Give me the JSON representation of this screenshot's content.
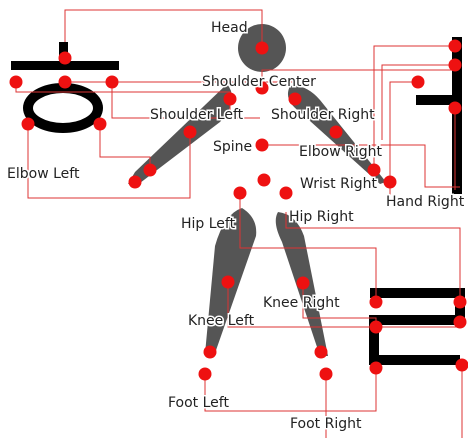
{
  "colors": {
    "dot": "#ee1111",
    "line": "#dd3333",
    "limb": "#555555",
    "glyph": "#000000",
    "label": "#222222",
    "background": "#ffffff"
  },
  "labels": {
    "head": "Head",
    "shoulder_center": "Shoulder Center",
    "shoulder_left": "Shoulder Left",
    "shoulder_right": "Shoulder Right",
    "spine": "Spine",
    "elbow_left": "Elbow Left",
    "elbow_right": "Elbow Right",
    "wrist_right": "Wrist Right",
    "hand_right": "Hand Right",
    "hip_left": "Hip Left",
    "hip_right": "Hip Right",
    "knee_left": "Knee Left",
    "knee_right": "Knee Right",
    "foot_left": "Foot Left",
    "foot_right": "Foot Right"
  }
}
